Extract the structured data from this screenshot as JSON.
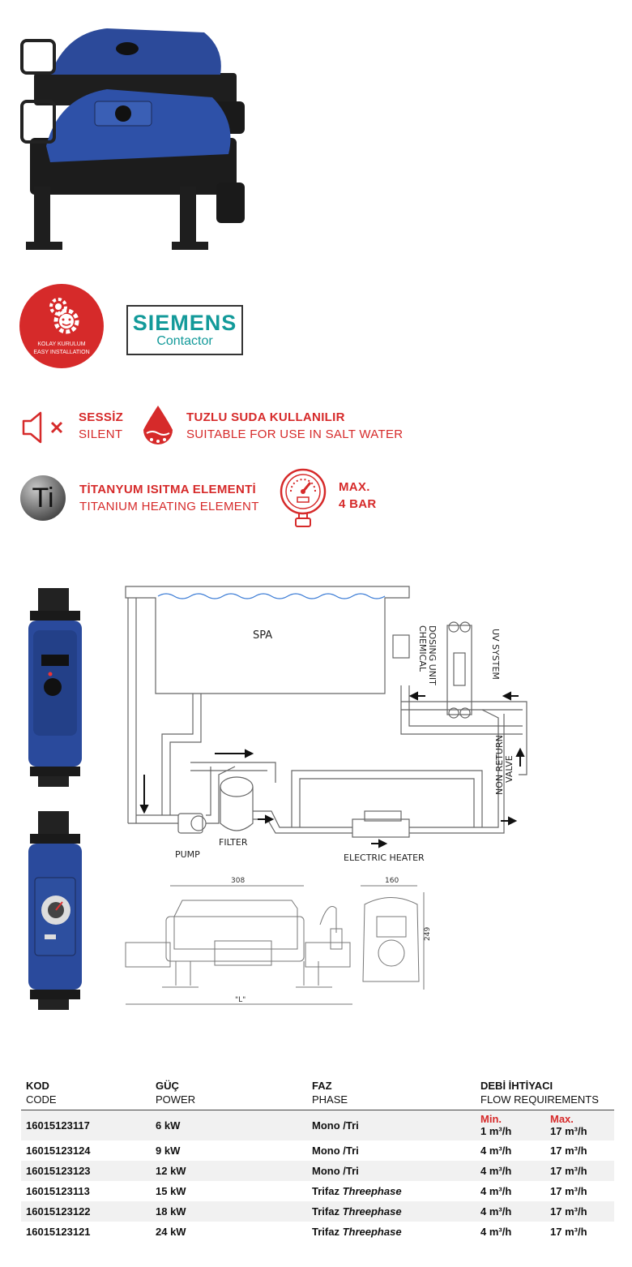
{
  "badge": {
    "line1": "KOLAY KURULUM",
    "line2": "EASY INSTALLATION"
  },
  "siemens": {
    "brand": "SIEMENS",
    "sub": "Contactor"
  },
  "features": [
    {
      "icon": "speaker-mute-icon",
      "title": "SESSİZ",
      "sub": "SILENT"
    },
    {
      "icon": "salt-water-drop-icon",
      "title": "TUZLU SUDA KULLANILIR",
      "sub": "SUITABLE FOR USE IN SALT WATER"
    },
    {
      "icon": "titanium-icon",
      "symbol": "Ti",
      "title": "TİTANYUM ISITMA ELEMENTİ",
      "sub": "TITANIUM HEATING ELEMENT"
    },
    {
      "icon": "pressure-gauge-icon",
      "title": "MAX.",
      "sub": "4 BAR"
    }
  ],
  "diagram": {
    "spa": "SPA",
    "chemical": [
      "CHEMICAL",
      "DOSING UNIT"
    ],
    "uv": "UV SYSTEM",
    "nonreturn": [
      "NON RETURN",
      "VALVE"
    ],
    "pump": "PUMP",
    "filter": "FILTER",
    "heater": "ELECTRIC HEATER",
    "dim_width": "308",
    "dim_depth": "160",
    "dim_height": "249",
    "dim_len": "\"L\""
  },
  "table": {
    "headers": [
      {
        "tr": "KOD",
        "en": "CODE"
      },
      {
        "tr": "GÜÇ",
        "en": "POWER"
      },
      {
        "tr": "FAZ",
        "en": "PHASE"
      },
      {
        "tr": "DEBİ İHTİYACI",
        "en": "FLOW REQUIREMENTS"
      }
    ],
    "min_label": "Min.",
    "max_label": "Max.",
    "rows": [
      {
        "code": "16015123117",
        "power": "6 kW",
        "phase": "Mono /Tri",
        "phase_en": "",
        "min": "1 m³/h",
        "max": "17 m³/h"
      },
      {
        "code": "16015123124",
        "power": "9 kW",
        "phase": "Mono /Tri",
        "phase_en": "",
        "min": "4 m³/h",
        "max": "17 m³/h"
      },
      {
        "code": "16015123123",
        "power": "12 kW",
        "phase": "Mono /Tri",
        "phase_en": "",
        "min": "4 m³/h",
        "max": "17 m³/h"
      },
      {
        "code": "16015123113",
        "power": "15 kW",
        "phase": "Trifaz",
        "phase_en": "Threephase",
        "min": "4 m³/h",
        "max": "17 m³/h"
      },
      {
        "code": "16015123122",
        "power": "18 kW",
        "phase": "Trifaz",
        "phase_en": "Threephase",
        "min": "4 m³/h",
        "max": "17 m³/h"
      },
      {
        "code": "16015123121",
        "power": "24 kW",
        "phase": "Trifaz",
        "phase_en": "Threephase",
        "min": "4 m³/h",
        "max": "17 m³/h"
      }
    ]
  },
  "colors": {
    "accent": "#d62a2a",
    "siemens": "#139a9a",
    "heater_blue": "#2a4a9c"
  }
}
